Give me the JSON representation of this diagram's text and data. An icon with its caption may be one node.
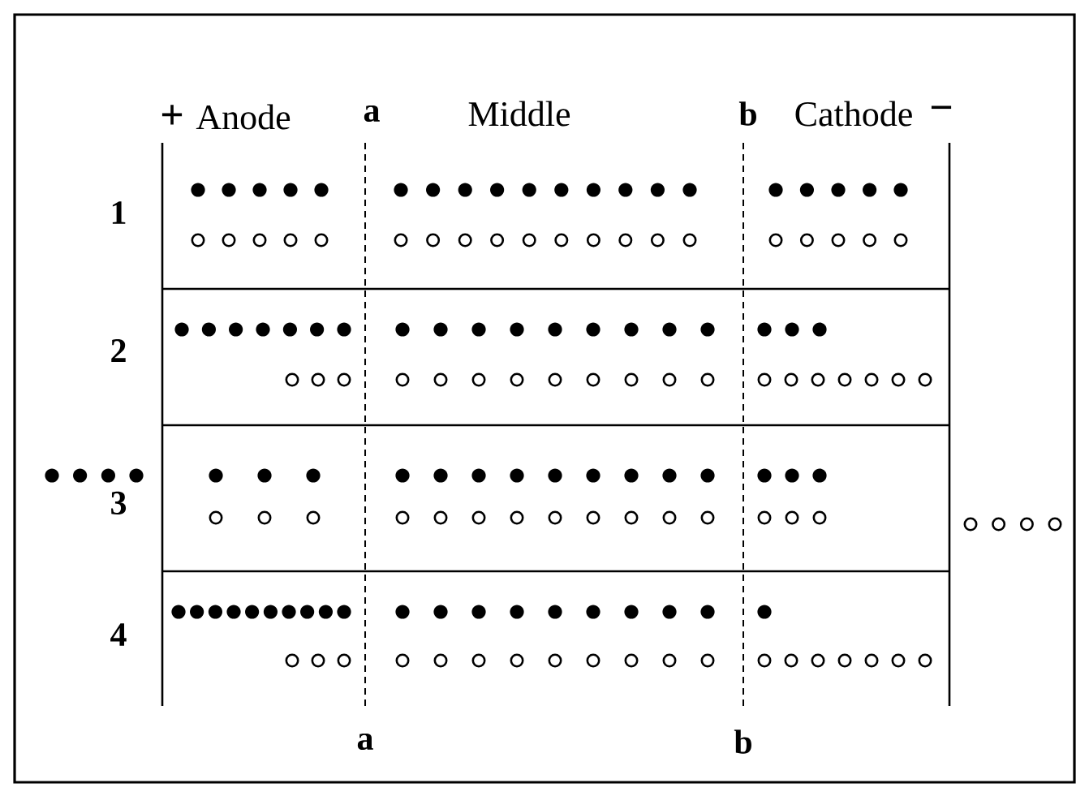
{
  "diagram": {
    "labels": [
      "+",
      "Anode",
      "a",
      "Middle",
      "b",
      "Cathode",
      "−",
      "1",
      "2",
      "3",
      "4",
      "a",
      "b"
    ]
  }
}
